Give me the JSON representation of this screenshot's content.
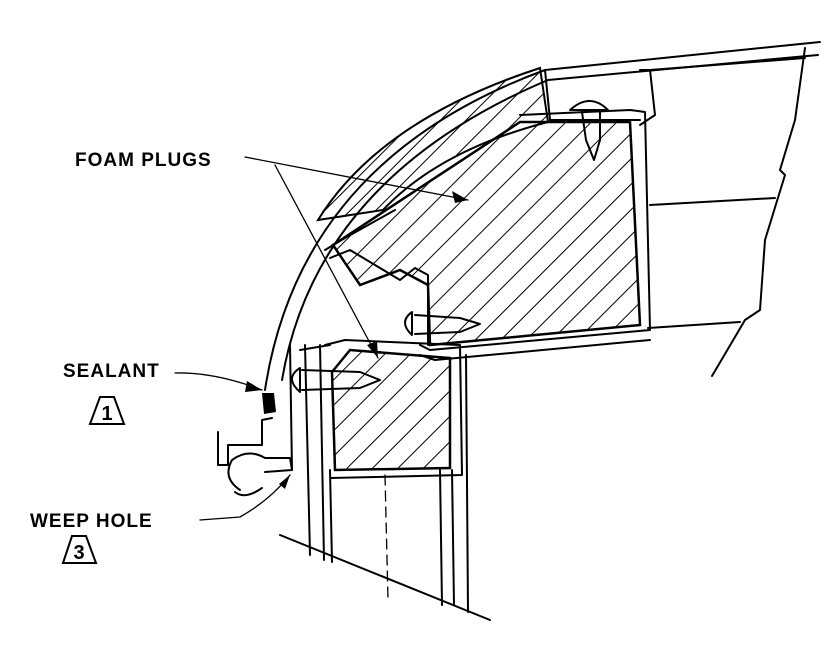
{
  "labels": {
    "foam_plugs": "FOAM PLUGS",
    "sealant": "SEALANT",
    "weep_hole": "WEEP HOLE"
  },
  "callouts": {
    "sealant_note": "1",
    "weep_hole_note": "3"
  },
  "colors": {
    "ink": "#000000",
    "paper": "#ffffff"
  }
}
